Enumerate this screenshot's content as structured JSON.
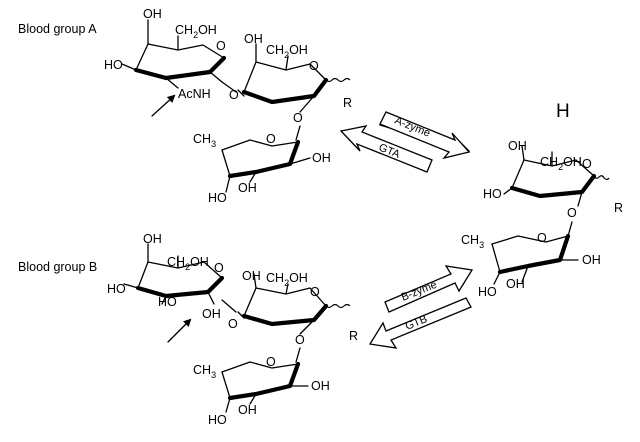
{
  "labels": {
    "blood_group_a": "Blood group A",
    "blood_group_b": "Blood group B",
    "h": "H"
  },
  "enzymes": {
    "a_forward": "A-zyme",
    "a_reverse": "GTA",
    "b_forward": "B-zyme",
    "b_reverse": "GTB"
  },
  "atoms": {
    "oh": "OH",
    "ho": "HO",
    "ch2oh_prefix": "CH",
    "ch2oh_sub": "2",
    "ch2oh_suffix": "OH",
    "ch3_prefix": "CH",
    "ch3_sub": "3",
    "o": "O",
    "r": "R",
    "acnh": "AcNH"
  },
  "colors": {
    "ink": "#000000",
    "background": "#ffffff"
  }
}
